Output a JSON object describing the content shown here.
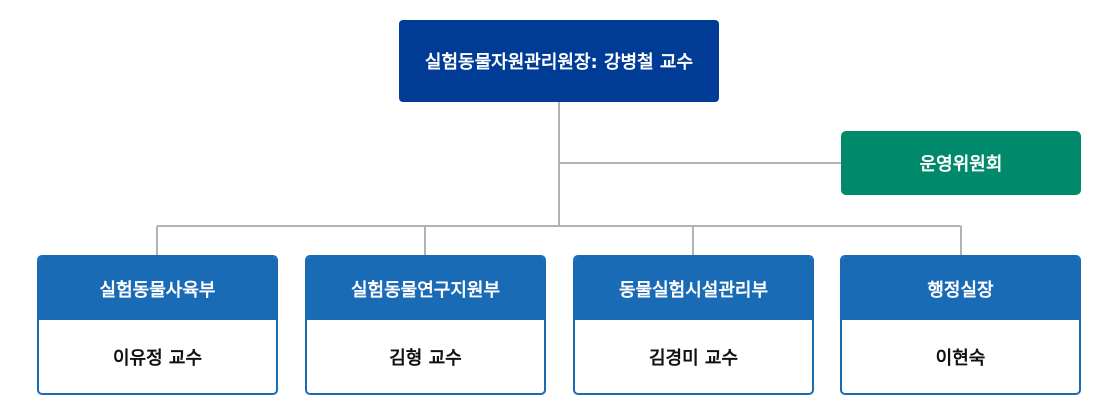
{
  "director": {
    "label": "실험동물자원관리원장: 강병철 교수"
  },
  "committee": {
    "label": "운영위원회"
  },
  "departments": [
    {
      "title": "실험동물사육부",
      "head": "이유정 교수"
    },
    {
      "title": "실험동물연구지원부",
      "head": "김형 교수"
    },
    {
      "title": "동물실험시설관리부",
      "head": "김경미 교수"
    },
    {
      "title": "행정실장",
      "head": "이현숙"
    }
  ],
  "colors": {
    "director": "#003b96",
    "committee": "#00896b",
    "department": "#1a6bb5",
    "connector": "#b3b3b3"
  }
}
